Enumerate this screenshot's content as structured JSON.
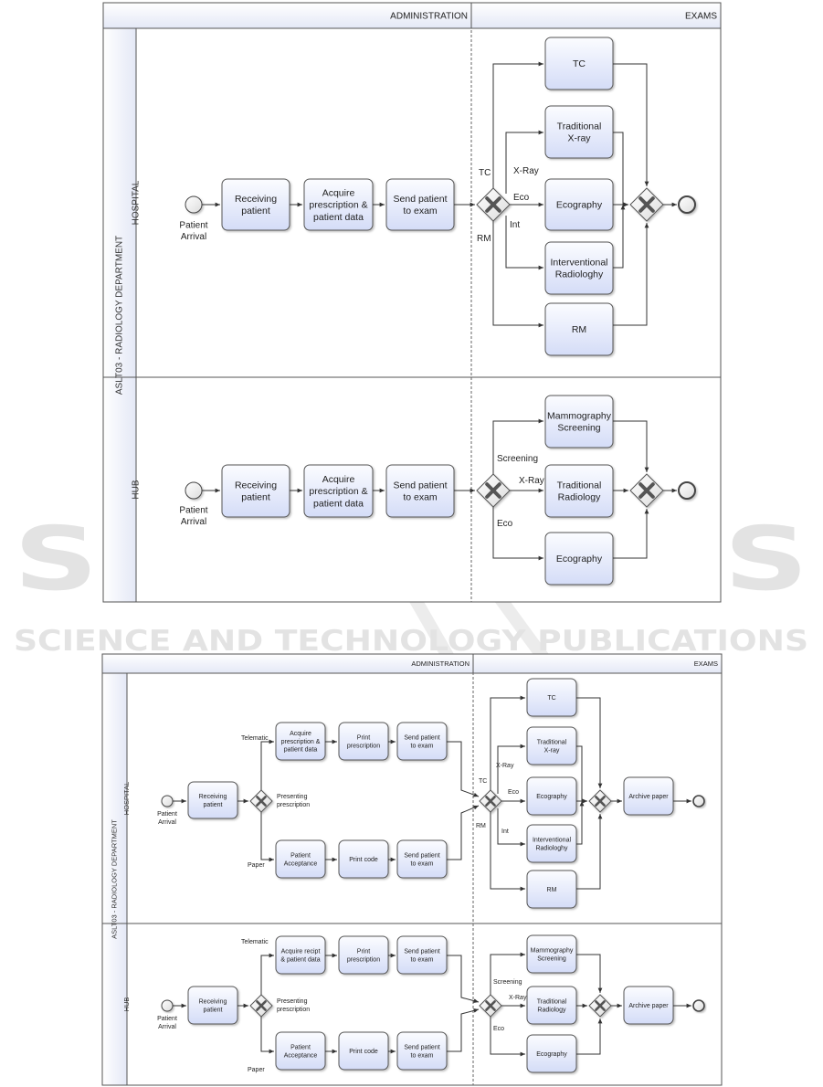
{
  "watermark": {
    "title": "SCITEPRESS",
    "subtitle": "SCIENCE AND TECHNOLOGY PUBLICATIONS"
  },
  "diagram1": {
    "pool_label": "ASLT03 - RADIOLOGY DEPARTMENT",
    "col_admin": "ADMINISTRATION",
    "col_exams": "EXAMS",
    "lane_hospital": "HOSPITAL",
    "lane_hub": "HUB",
    "hospital": {
      "start": [
        "Patient",
        "Arrival"
      ],
      "tasks": {
        "receiving": [
          "Receiving",
          "patient"
        ],
        "acquire": [
          "Acquire",
          "prescription &",
          "patient data"
        ],
        "send": [
          "Send patient",
          "to exam"
        ],
        "tc": [
          "TC"
        ],
        "xray": [
          "Traditional",
          "X-ray"
        ],
        "ecography": [
          "Ecography"
        ],
        "interventional": [
          "Interventional",
          "Radiologhy"
        ],
        "rm": [
          "RM"
        ]
      },
      "flows": {
        "tc": "TC",
        "xray": "X-Ray",
        "eco": "Eco",
        "int": "Int",
        "rm": "RM"
      }
    },
    "hub": {
      "start": [
        "Patient",
        "Arrival"
      ],
      "tasks": {
        "receiving": [
          "Receiving",
          "patient"
        ],
        "acquire": [
          "Acquire",
          "prescription &",
          "patient data"
        ],
        "send": [
          "Send patient",
          "to exam"
        ],
        "mammo": [
          "Mammography",
          "Screening"
        ],
        "tradrad": [
          "Traditional",
          "Radiology"
        ],
        "ecography": [
          "Ecography"
        ]
      },
      "flows": {
        "screening": "Screening",
        "xray": "X-Ray",
        "eco": "Eco"
      }
    }
  },
  "diagram2": {
    "pool_label": "ASLT03 - RADIOLOGY DEPARTMENT",
    "col_admin": "ADMINISTRATION",
    "col_exams": "EXAMS",
    "lane_hospital": "HOSPITAL",
    "lane_hub": "HUB",
    "hospital": {
      "start": [
        "Patient",
        "Arrival"
      ],
      "tasks": {
        "receiving": [
          "Receiving",
          "patient"
        ],
        "acquire": [
          "Acquire",
          "prescription &",
          "patient data"
        ],
        "print_presc": [
          "Print",
          "prescription"
        ],
        "send_top": [
          "Send patient",
          "to exam"
        ],
        "acceptance": [
          "Patient",
          "Acceptance"
        ],
        "print_code": [
          "Print code"
        ],
        "send_bottom": [
          "Send patient",
          "to exam"
        ],
        "tc": [
          "TC"
        ],
        "xray": [
          "Traditional",
          "X-ray"
        ],
        "ecography": [
          "Ecography"
        ],
        "interventional": [
          "Interventional",
          "Radiologhy"
        ],
        "rm": [
          "RM"
        ],
        "archive": [
          "Archive paper"
        ]
      },
      "flows": {
        "telematic": "Telematic",
        "presenting": [
          "Presenting",
          "prescription"
        ],
        "paper": "Paper",
        "tc": "TC",
        "xray": "X-Ray",
        "eco": "Eco",
        "int": "Int",
        "rm": "RM"
      }
    },
    "hub": {
      "start": [
        "Patient",
        "Arrival"
      ],
      "tasks": {
        "receiving": [
          "Receiving",
          "patient"
        ],
        "acquire": [
          "Acquire recipt",
          "& patient data"
        ],
        "print_presc": [
          "Print",
          "prescription"
        ],
        "send_top": [
          "Send patient",
          "to exam"
        ],
        "acceptance": [
          "Patient",
          "Acceptance"
        ],
        "print_code": [
          "Print code"
        ],
        "send_bottom": [
          "Send patient",
          "to exam"
        ],
        "mammo": [
          "Mammography",
          "Screening"
        ],
        "tradrad": [
          "Traditional",
          "Radiology"
        ],
        "ecography": [
          "Ecography"
        ],
        "archive": [
          "Archive paper"
        ]
      },
      "flows": {
        "telematic": "Telematic",
        "presenting": [
          "Presenting",
          "prescription"
        ],
        "paper": "Paper",
        "screening": "Screening",
        "xray": "X-Ray",
        "eco": "Eco"
      }
    }
  }
}
